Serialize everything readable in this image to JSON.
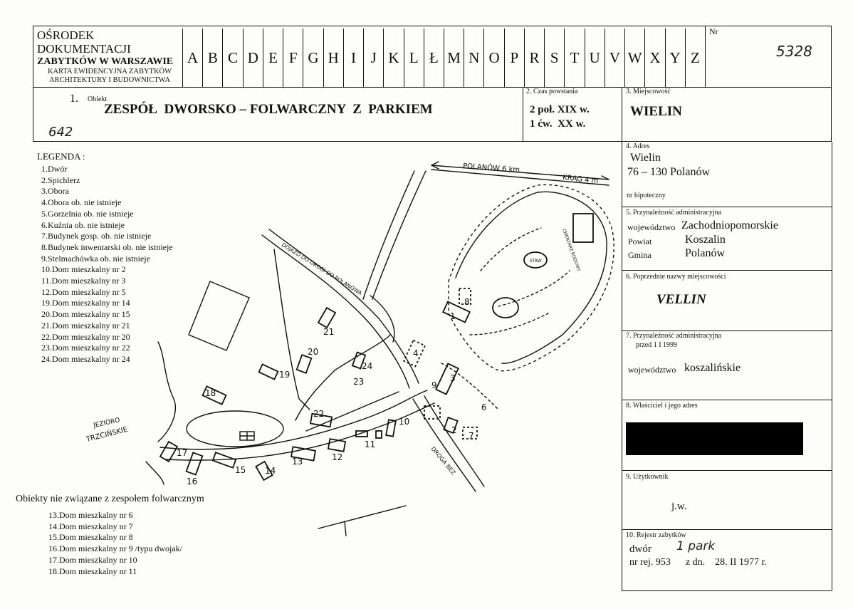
{
  "header": {
    "institution_lines": [
      "OŚRODEK",
      "DOKUMENTACJI"
    ],
    "institution_bold": "ZABYTKÓW W WARSZAWIE",
    "card_lines": [
      "KARTA EWIDENCYJNA ZABYTKÓW",
      "ARCHITEKTURY I BUDOWNICTWA"
    ],
    "letters": [
      "A",
      "B",
      "C",
      "D",
      "E",
      "F",
      "G",
      "H",
      "I",
      "J",
      "K",
      "L",
      "Ł",
      "M",
      "N",
      "O",
      "P",
      "R",
      "S",
      "T",
      "U",
      "V",
      "W",
      "X",
      "Y",
      "Z"
    ],
    "nr_label": "Nr",
    "nr_value": "5328"
  },
  "object": {
    "number": "1.",
    "label": "Obiekt",
    "name": "ZESPÓŁ  DWORSKO – FOLWARCZNY  Z  PARKIEM",
    "handwritten_code": "642"
  },
  "period": {
    "label": "2. Czas powstania",
    "line1": "2 poł. XIX w.",
    "line2": "1 ćw.  XX w."
  },
  "locality": {
    "label": "3. Miejscowość",
    "value": "WIELIN"
  },
  "address": {
    "label": "4. Adres",
    "line1": "Wielin",
    "line2": "76 – 130 Polanów",
    "mortgage_label": "nr hipoteczny"
  },
  "admin": {
    "label": "5. Przynależność administracyjna",
    "voivodeship_label": "województwo",
    "voivodeship": "Zachodniopomorskie",
    "county_label": "Powiat",
    "county": "Koszalin",
    "commune_label": "Gmina",
    "commune": "Polanów"
  },
  "previous_names": {
    "label": "6. Poprzednie nazwy miejscowości",
    "value": "VELLIN"
  },
  "admin_before": {
    "label": "7. Przynależność administracyjna",
    "sub": "przed 1 I 1999",
    "voivodeship_label": "województwo",
    "voivodeship": "koszalińskie"
  },
  "owner": {
    "label": "8. Właściciel i jego adres"
  },
  "user": {
    "label": "9. Użytkownik",
    "value": "j.w."
  },
  "register": {
    "label": "10. Rejestr zabytków",
    "line1": "dwór",
    "handwritten": "1 park",
    "line2": "nr rej. 953      z dn.    28. II 1977 r."
  },
  "legend": {
    "title": "LEGENDA :",
    "items": [
      "1.Dwór",
      "2.Spichlerz",
      "3.Obora",
      "4.Obora ob. nie istnieje",
      "5.Gorzelnia ob. nie istnieje",
      "6.Kuźnia ob. nie istnieje",
      "7.Budynek gosp. ob. nie istnieje",
      "8.Budynek inwentarski ob. nie istnieje",
      "9.Stelmachówka  ob. nie istnieje",
      "10.Dom mieszkalny nr 2",
      "11.Dom mieszkalny nr 3",
      "12.Dom mieszkalny nr 5",
      "19.Dom mieszkalny nr 14",
      "20.Dom mieszkalny nr 15",
      "21.Dom mieszkalny nr 21",
      "22.Dom mieszkalny nr 20",
      "23.Dom mieszkalny nr 22",
      "24.Dom mieszkalny nr 24"
    ]
  },
  "unrelated": {
    "title": "Obiekty nie związane z zespołem folwarcznym",
    "items": [
      "13.Dom mieszkalny nr 6",
      "14.Dom mieszkalny nr 7",
      "15.Dom mieszkalny nr 8",
      "16.Dom mieszkalny nr 9 /typu dwojak/",
      "17.Dom mieszkalny nr 10",
      "18.Dom mieszkalny nr 11"
    ]
  },
  "map": {
    "road_polanow": "POLANÓW 6 km",
    "road_krag": "KRĄG 4 m",
    "road_polanow_dir": "DOJAZD DO DROGI DO POLANOWA",
    "road_bottom": "DROGA BEZ",
    "lake_line1": "JEZIORO",
    "lake_line2": "TRZCIŃSKIE",
    "cemetery": "CMENTARZ RODOWY",
    "pond": "STAW",
    "numbers": [
      "1",
      "2",
      "3",
      "4",
      "6",
      "7",
      "8",
      "9",
      "10",
      "11",
      "12",
      "13",
      "14",
      "15",
      "16",
      "17",
      "18",
      "19",
      "20",
      "21",
      "22",
      "23",
      "24"
    ]
  }
}
